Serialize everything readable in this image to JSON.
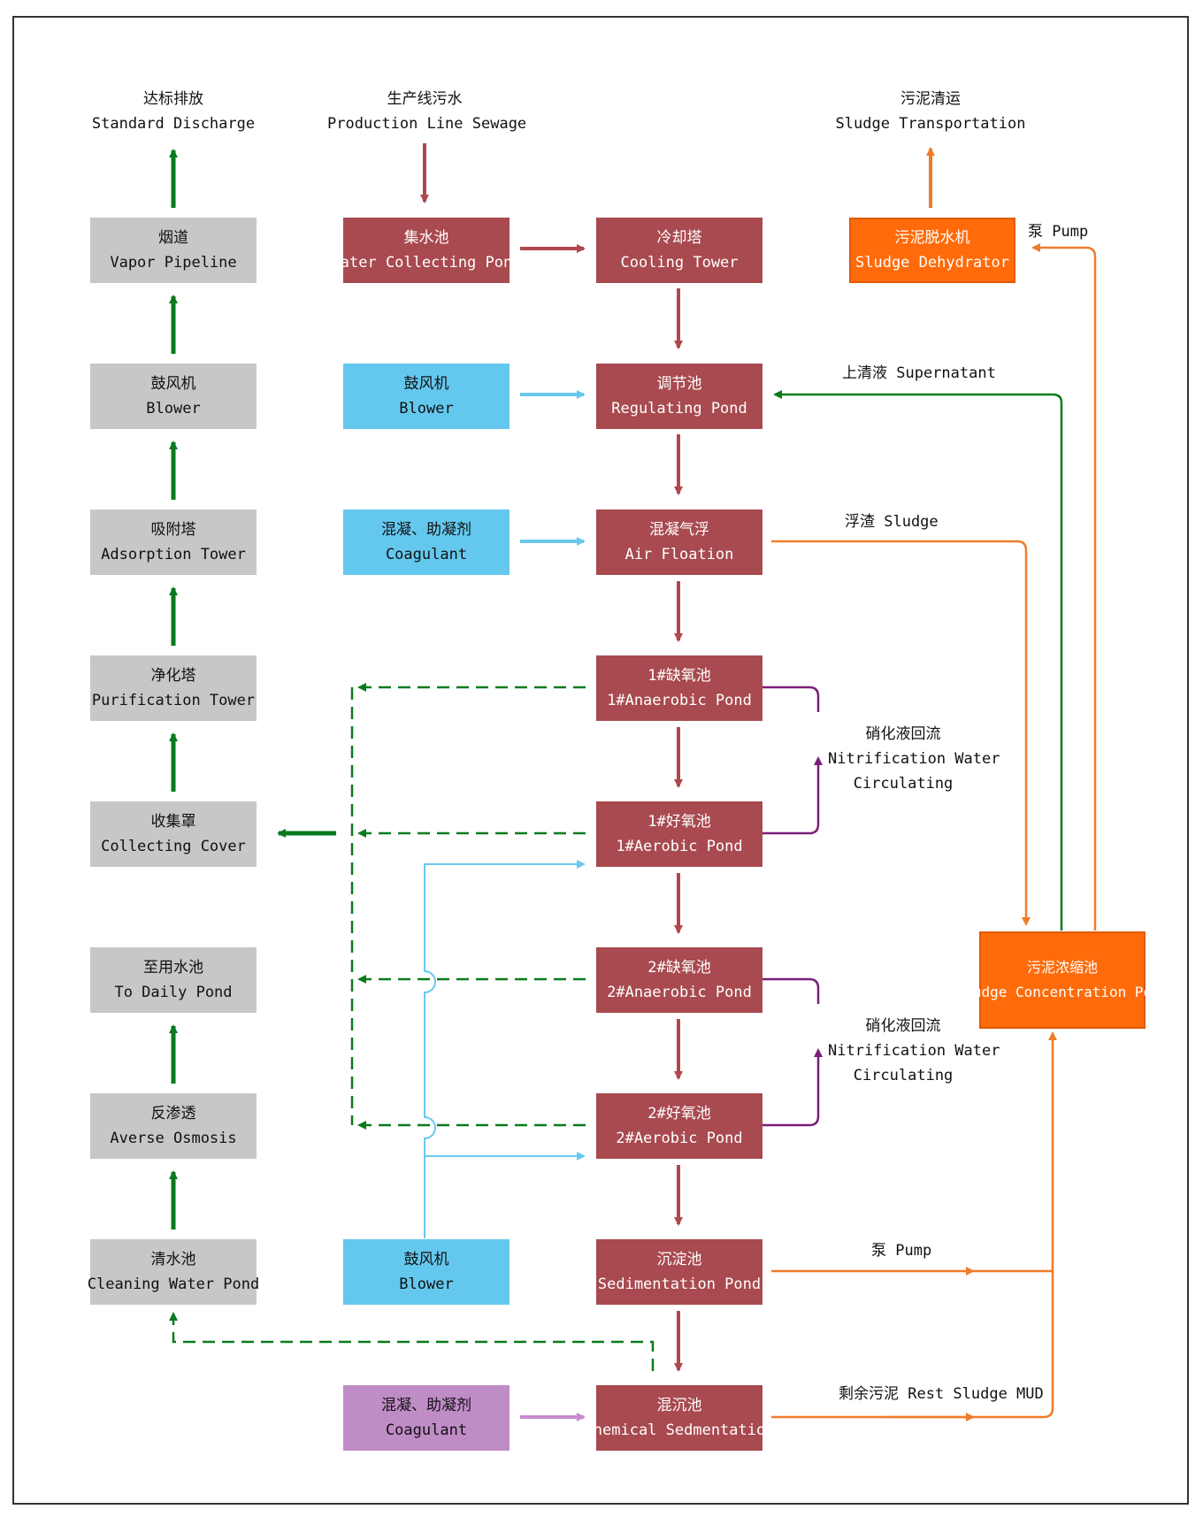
{
  "top_labels": {
    "standard_discharge": {
      "cn": "达标排放",
      "en": "Standard Discharge"
    },
    "production_line_sewage": {
      "cn": "生产线污水",
      "en": "Production Line Sewage"
    },
    "sludge_transportation": {
      "cn": "污泥清运",
      "en": "Sludge Transportation"
    }
  },
  "left_column": {
    "vapor_pipeline": {
      "cn": "烟道",
      "en": "Vapor Pipeline"
    },
    "blower": {
      "cn": "鼓风机",
      "en": "Blower"
    },
    "adsorption_tower": {
      "cn": "吸附塔",
      "en": "Adsorption Tower"
    },
    "purification_tower": {
      "cn": "净化塔",
      "en": "Purification Tower"
    },
    "collecting_cover": {
      "cn": "收集罩",
      "en": "Collecting Cover"
    },
    "to_daily_pond": {
      "cn": "至用水池",
      "en": "To Daily Pond"
    },
    "averse_osmosis": {
      "cn": "反渗透",
      "en": "Averse Osmosis"
    },
    "cleaning_water_pond": {
      "cn": "清水池",
      "en": "Cleaning Water Pond"
    }
  },
  "input_column": {
    "water_collecting_pond": {
      "cn": "集水池",
      "en": "Water Collecting Pond"
    },
    "blower_top": {
      "cn": "鼓风机",
      "en": "Blower"
    },
    "coagulant_top": {
      "cn": "混凝、助凝剂",
      "en": "Coagulant"
    },
    "blower_bottom": {
      "cn": "鼓风机",
      "en": "Blower"
    },
    "coagulant_bottom": {
      "cn": "混凝、助凝剂",
      "en": "Coagulant"
    }
  },
  "main_column": {
    "cooling_tower": {
      "cn": "冷却塔",
      "en": "Cooling Tower"
    },
    "regulating_pond": {
      "cn": "调节池",
      "en": "Regulating Pond"
    },
    "air_floation": {
      "cn": "混凝气浮",
      "en": "Air Floation"
    },
    "anaerobic_pond_1": {
      "cn": "1#缺氧池",
      "en": "1#Anaerobic Pond"
    },
    "aerobic_pond_1": {
      "cn": "1#好氧池",
      "en": "1#Aerobic Pond"
    },
    "anaerobic_pond_2": {
      "cn": "2#缺氧池",
      "en": "2#Anaerobic Pond"
    },
    "aerobic_pond_2": {
      "cn": "2#好氧池",
      "en": "2#Aerobic Pond"
    },
    "sedimentation_pond": {
      "cn": "沉淀池",
      "en": "Sedimentation Pond"
    },
    "chemical_sedimentation": {
      "cn": "混沉池",
      "en": "Chemical Sedmentation"
    }
  },
  "sludge_column": {
    "sludge_dehydrator": {
      "cn": "污泥脱水机",
      "en": "Sludge Dehydrator"
    },
    "sludge_concentration_pond": {
      "cn": "污泥浓缩池",
      "en": "Sludge Concentration Pond"
    }
  },
  "flow_labels": {
    "pump_top": "泵 Pump",
    "supernatant": "上清液 Supernatant",
    "sludge": "浮渣 Sludge",
    "nitrification_1": {
      "cn": "硝化液回流",
      "en1": "Nitrification Water",
      "en2": "Circulating"
    },
    "nitrification_2": {
      "cn": "硝化液回流",
      "en1": "Nitrification Water",
      "en2": "Circulating"
    },
    "pump_bottom": "泵 Pump",
    "rest_sludge": "剩余污泥 Rest Sludge MUD"
  },
  "colors": {
    "gray_box": "#c7c7c7",
    "red_box": "#a84a4f",
    "blue_box": "#64c8ee",
    "purple_box": "#c08cc6",
    "orange_box": "#ff6b0a",
    "green_arrow": "#0a7a1e",
    "red_arrow": "#b0474c",
    "blue_arrow": "#6ac8ee",
    "purple_arrow": "#7a1f7a",
    "orange_arrow": "#f07c2a",
    "pink_arrow": "#c98ad0"
  }
}
